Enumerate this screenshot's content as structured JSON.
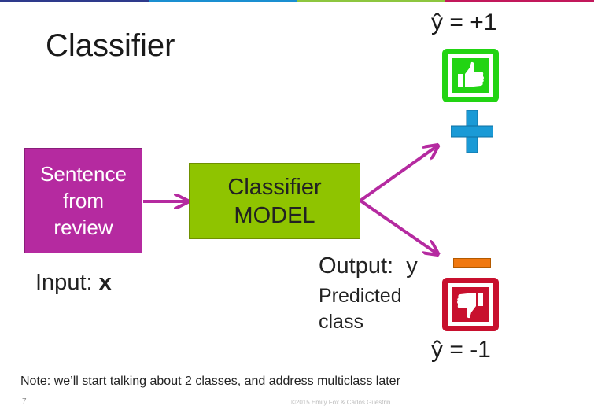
{
  "slide": {
    "title": "Classifier",
    "top_bar_colors": [
      "#2e3a8c",
      "#1a8fd1",
      "#8dc63f",
      "#c2185b"
    ],
    "page_number": "7",
    "footer_faint": "©2015 Emily Fox & Carlos Guestrin"
  },
  "diagram": {
    "input_box": {
      "text_line1": "Sentence",
      "text_line2": "from",
      "text_line3": "review",
      "color": "#b52aa0"
    },
    "model_box": {
      "text_line1": "Classifier",
      "text_line2": "MODEL",
      "color": "#8fc400"
    },
    "arrow_color": "#b52aa0",
    "input_label": {
      "prefix": "Input:",
      "var": "x"
    },
    "output_label": "Output:  y",
    "predicted_line1": "Predicted",
    "predicted_line2": "class",
    "positive": {
      "yhat": "ŷ = +1",
      "icon": "thumbs-up-icon",
      "color": "#22d413",
      "sign_color": "#1a9ad6"
    },
    "negative": {
      "yhat": "ŷ = -1",
      "icon": "thumbs-down-icon",
      "color": "#c8102e",
      "sign_color": "#f07810"
    }
  },
  "note": "Note: we’ll start talking about 2 classes, and address multiclass later"
}
